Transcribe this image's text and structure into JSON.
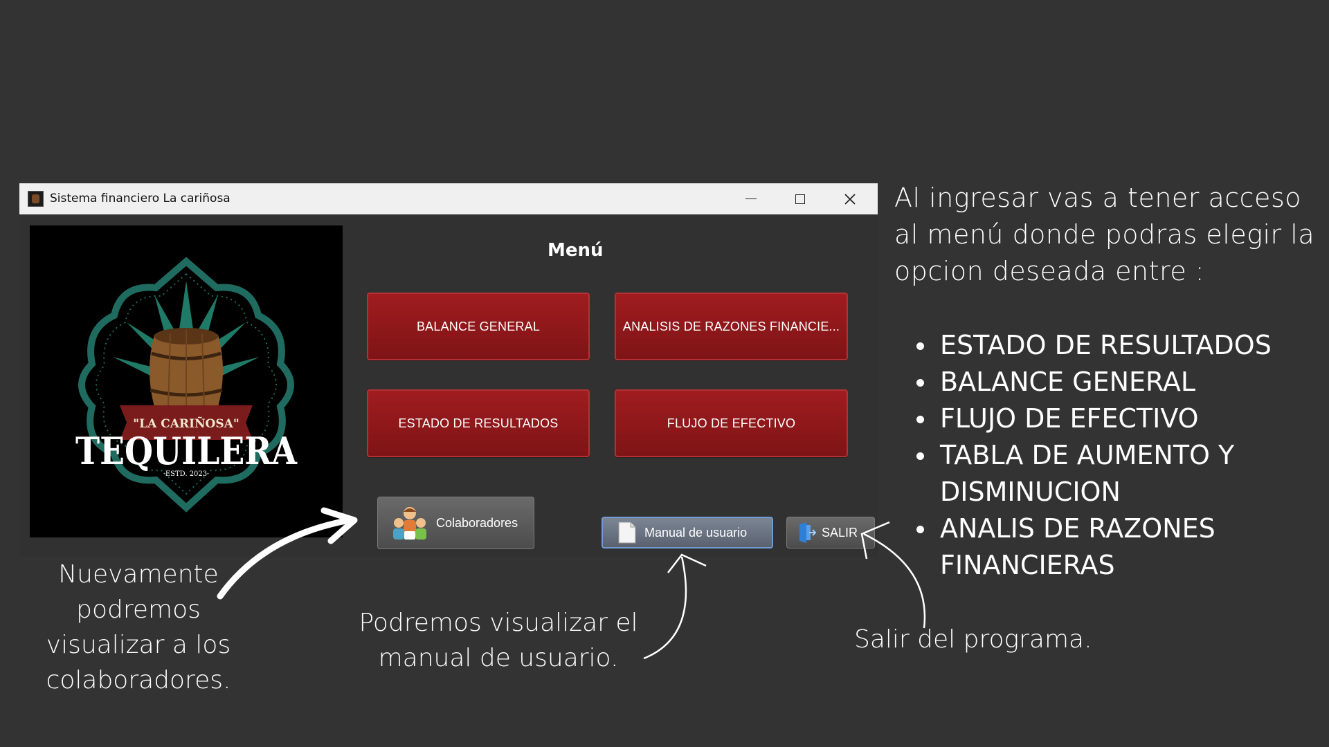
{
  "window": {
    "title": "Sistema financiero La cariñosa",
    "controls": [
      "minimize",
      "maximize",
      "close"
    ]
  },
  "logo": {
    "top_text": "\"LA CARIÑOSA\"",
    "main_text": "TEQUILERA",
    "sub_text": "·ESTD. 2023·",
    "colors": {
      "frame": "#1f6b5f",
      "agave": "#1f7a68",
      "barrel": "#8b5a2b",
      "ribbon": "#7a1c1c"
    }
  },
  "menu": {
    "title": "Menú",
    "buttons": {
      "balance": "BALANCE GENERAL",
      "analisis": "ANALISIS DE RAZONES FINANCIE...",
      "estado": "ESTADO DE RESULTADOS",
      "flujo": "FLUJO DE EFECTIVO"
    },
    "colaboradores": "Colaboradores",
    "manual": "Manual de usuario",
    "salir": "SALIR"
  },
  "annotations": {
    "intro": "Al ingresar vas a tener acceso al menú donde podras elegir la opcion deseada entre :",
    "options": [
      "ESTADO DE RESULTADOS",
      "BALANCE GENERAL",
      "FLUJO DE EFECTIVO",
      "TABLA DE AUMENTO Y DISMINUCION",
      "ANALIS DE RAZONES FINANCIERAS"
    ],
    "colaboradores_note": "Nuevamente podremos visualizar a los colaboradores.",
    "manual_note": "Podremos visualizar el manual de usuario.",
    "salir_note": "Salir del programa."
  },
  "colors": {
    "background": "#333333",
    "button_red": "#8e181b",
    "button_grey": "#5a5a5a"
  }
}
